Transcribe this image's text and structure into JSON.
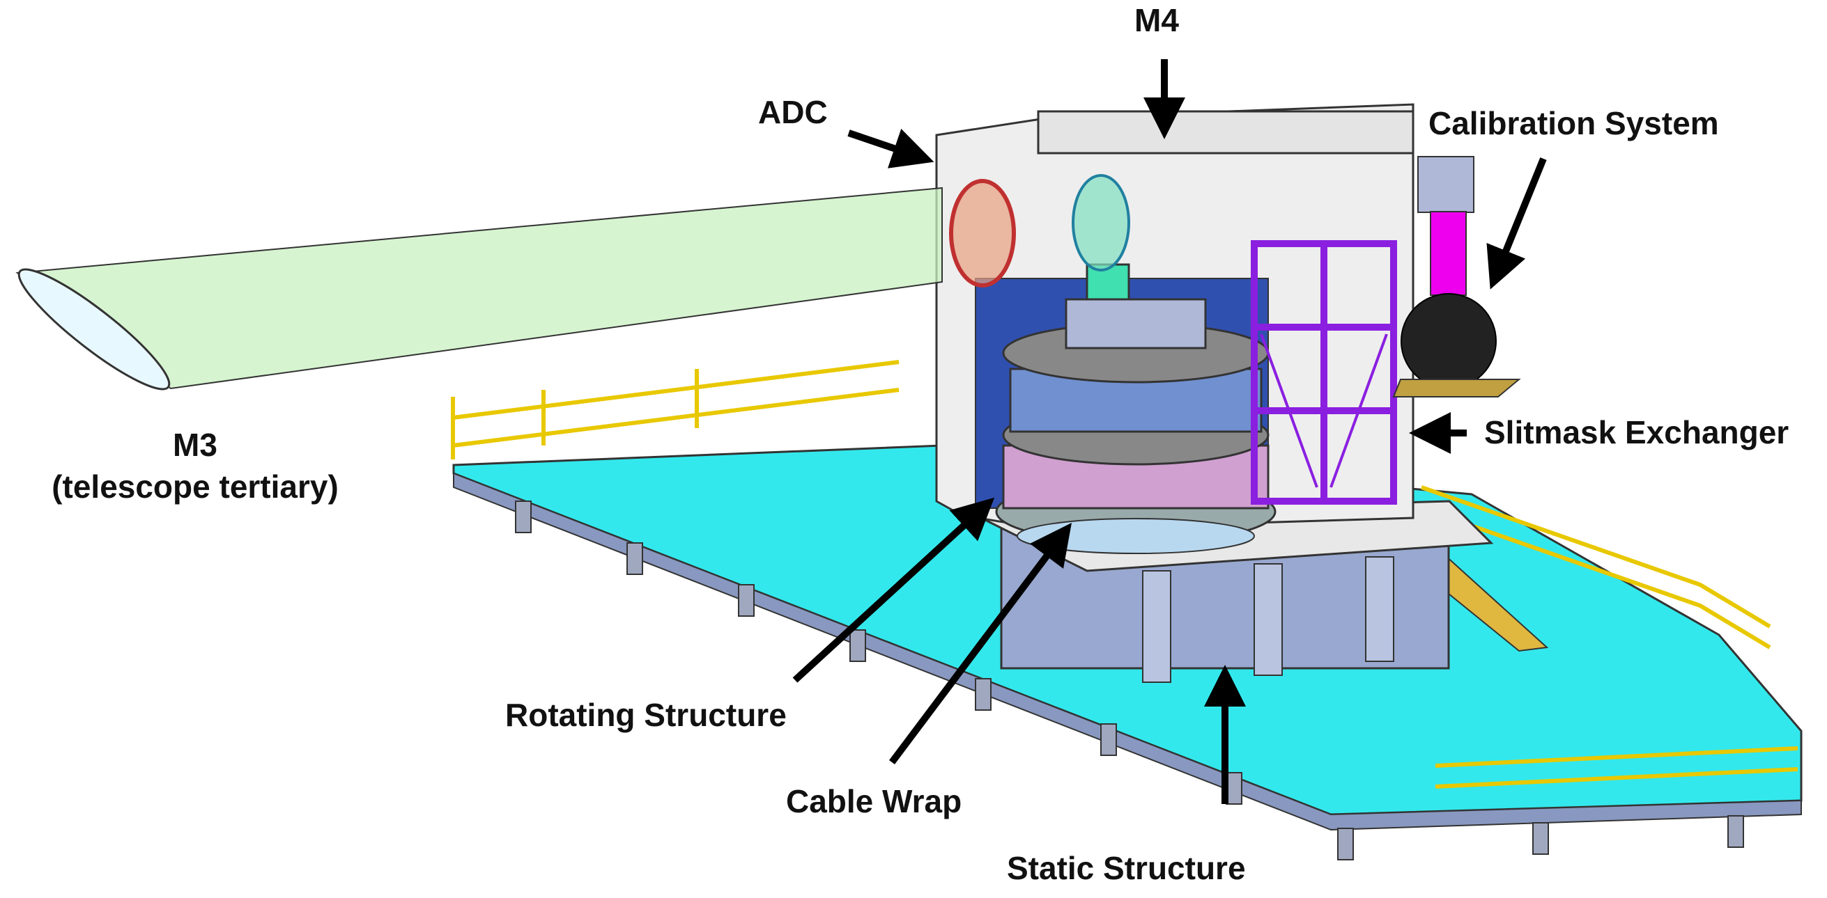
{
  "labels": {
    "m4": "M4",
    "adc": "ADC",
    "calibration": "Calibration System",
    "m3": "M3",
    "m3_sub": "(telescope tertiary)",
    "slitmask": "Slitmask Exchanger",
    "rotating": "Rotating Structure",
    "cable_wrap": "Cable Wrap",
    "static": "Static Structure"
  },
  "colors": {
    "platform": "#33e8ec",
    "beam": "#c8f0c0",
    "tower": "#8a1fe0",
    "calibration_tube": "#ee00ee",
    "housing": "#eeeeee",
    "structure": "#98a8d0",
    "rail": "#e8c800"
  }
}
